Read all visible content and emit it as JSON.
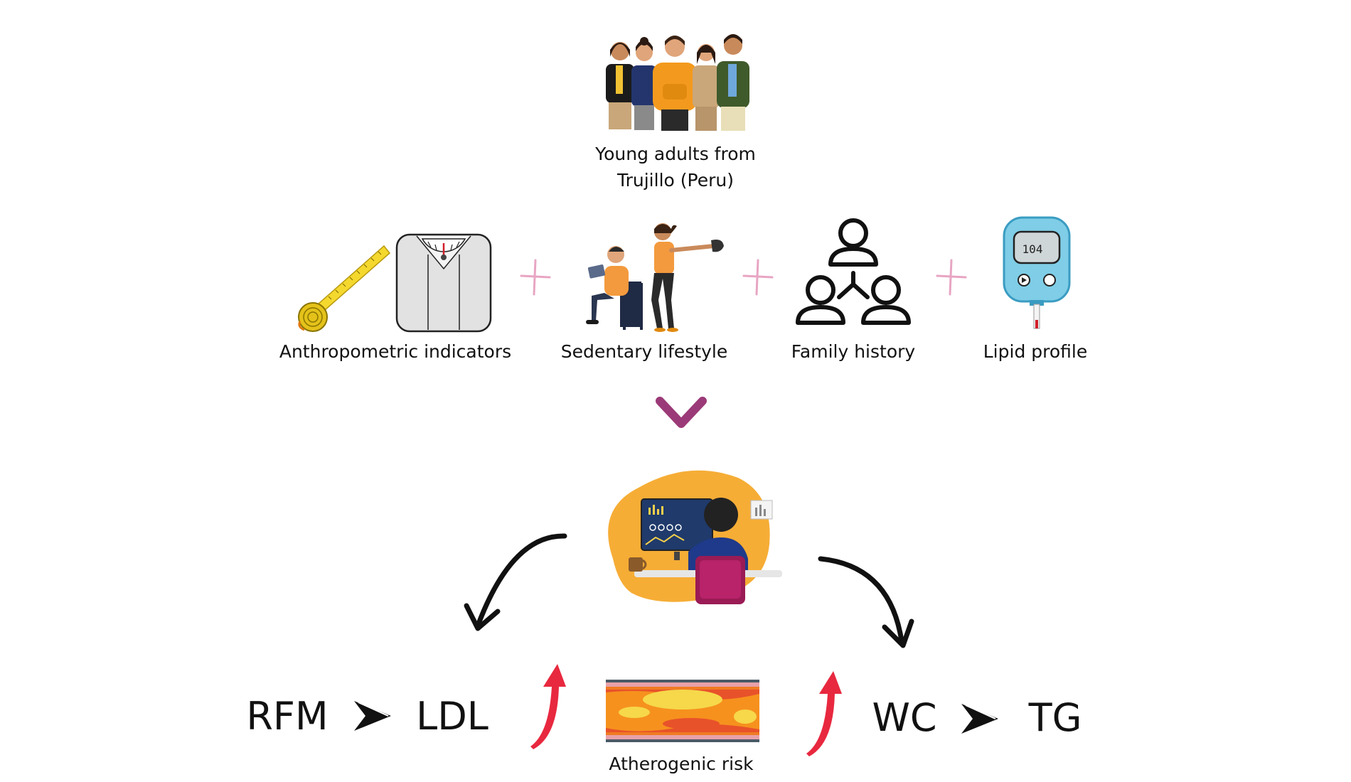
{
  "population": {
    "label_line1": "Young adults from",
    "label_line2": "Trujillo (Peru)"
  },
  "factors": [
    {
      "label": "Anthropometric indicators",
      "icon": "measuring-tape-and-scale-icon"
    },
    {
      "label": "Sedentary lifestyle",
      "icon": "seated-and-exercising-people-icon"
    },
    {
      "label": "Family history",
      "icon": "family-tree-icon"
    },
    {
      "label": "Lipid profile",
      "icon": "glucometer-icon"
    }
  ],
  "meter_reading": "104",
  "outcome": {
    "label": "Atherogenic risk"
  },
  "left_relation": {
    "from": "RFM",
    "to": "LDL"
  },
  "right_relation": {
    "from": "WC",
    "to": "TG"
  },
  "colors": {
    "plus": "#e8a5c3",
    "chevron": "#9b3a78",
    "up_arrow": "#e8283f",
    "analyst_blob": "#f6ad36",
    "arrow": "#111111"
  }
}
